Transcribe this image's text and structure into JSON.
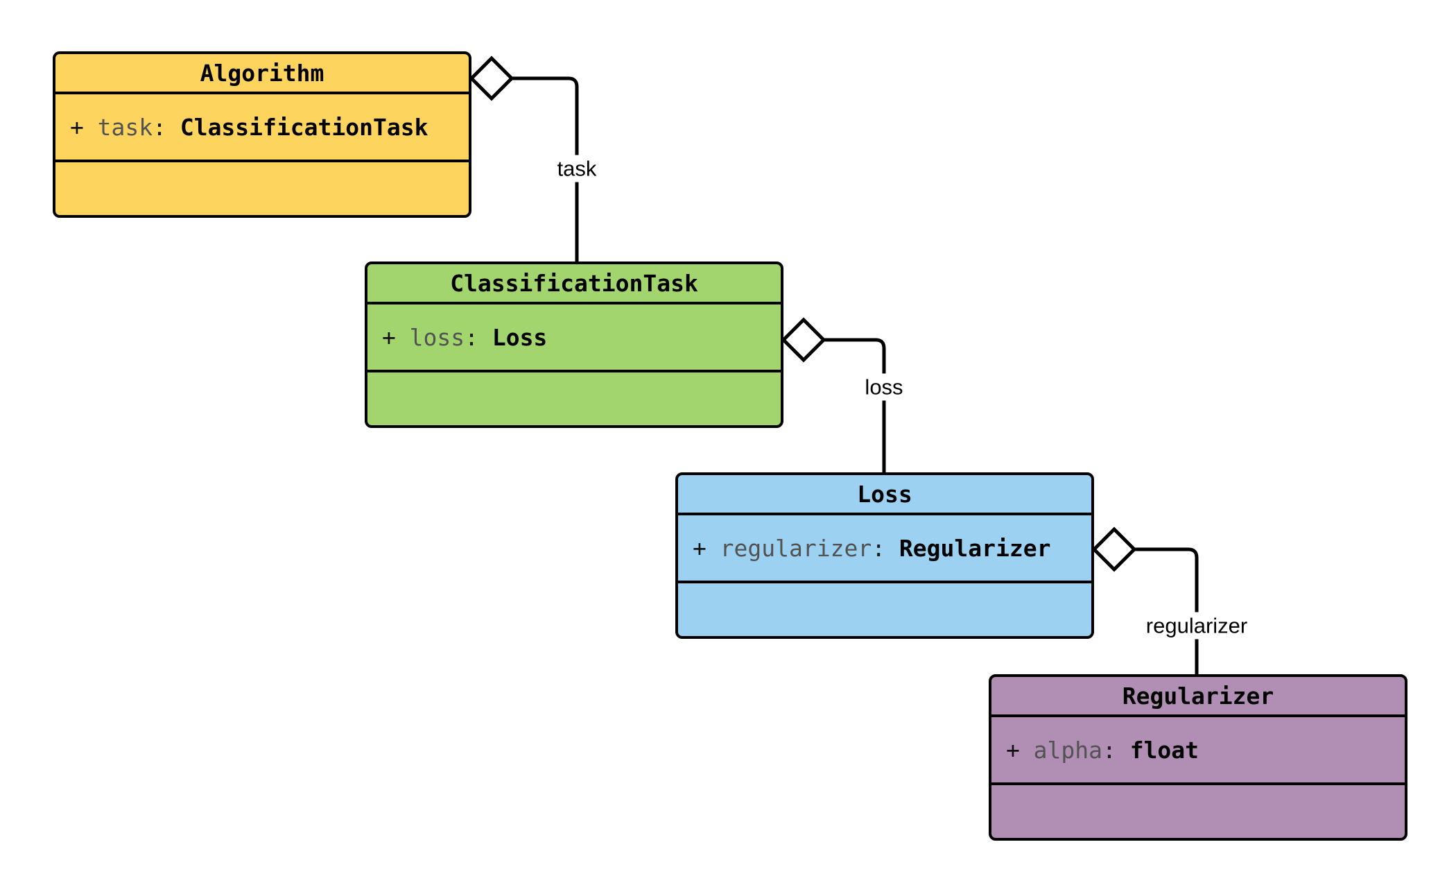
{
  "diagram": {
    "kind": "uml-class-diagram",
    "background_color": "#ffffff",
    "line_color": "#000000",
    "attr_name_color": "#525252",
    "classes": [
      {
        "name": "Algorithm",
        "fill": "#FCD45E",
        "attribute": {
          "visibility": "+",
          "name": "task",
          "separator": ":",
          "type": "ClassificationTask"
        }
      },
      {
        "name": "ClassificationTask",
        "fill": "#A2D56E",
        "attribute": {
          "visibility": "+",
          "name": "loss",
          "separator": ":",
          "type": "Loss"
        }
      },
      {
        "name": "Loss",
        "fill": "#9DD1F1",
        "attribute": {
          "visibility": "+",
          "name": "regularizer",
          "separator": ":",
          "type": "Regularizer"
        }
      },
      {
        "name": "Regularizer",
        "fill": "#B18FB4",
        "attribute": {
          "visibility": "+",
          "name": "alpha",
          "separator": ":",
          "type": "float"
        }
      }
    ],
    "relations": [
      {
        "label": "task",
        "from": "Algorithm",
        "to": "ClassificationTask",
        "kind": "aggregation"
      },
      {
        "label": "loss",
        "from": "ClassificationTask",
        "to": "Loss",
        "kind": "aggregation"
      },
      {
        "label": "regularizer",
        "from": "Loss",
        "to": "Regularizer",
        "kind": "aggregation"
      }
    ]
  }
}
